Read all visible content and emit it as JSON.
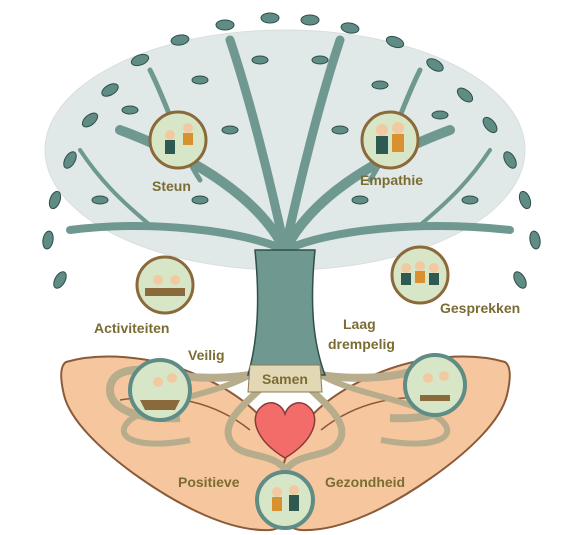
{
  "labels": {
    "steun": "Steun",
    "empathie": "Empathie",
    "activiteiten": "Activiteiten",
    "gesprekken": "Gesprekken",
    "veilig": "Veilig",
    "laag_line1": "Laag",
    "laag_line2": "drempelig",
    "samen": "Samen",
    "positieve": "Positieve",
    "gezondheid": "Gezondheid"
  },
  "colors": {
    "foliage": "#5f8c84",
    "foliage_stroke": "#2f4f4a",
    "trunk": "#6f9990",
    "hands": "#f6c79e",
    "hands_stroke": "#8a5a3a",
    "roots": "#b7ad8c",
    "heart": "#f26d6a",
    "medallion_bg": "#d8e6c8",
    "medallion_ring": "#8a6a3a",
    "label_olive": "#7a6d33"
  },
  "icons": [
    "tree",
    "leaf",
    "heart",
    "hands",
    "medallion-people"
  ]
}
